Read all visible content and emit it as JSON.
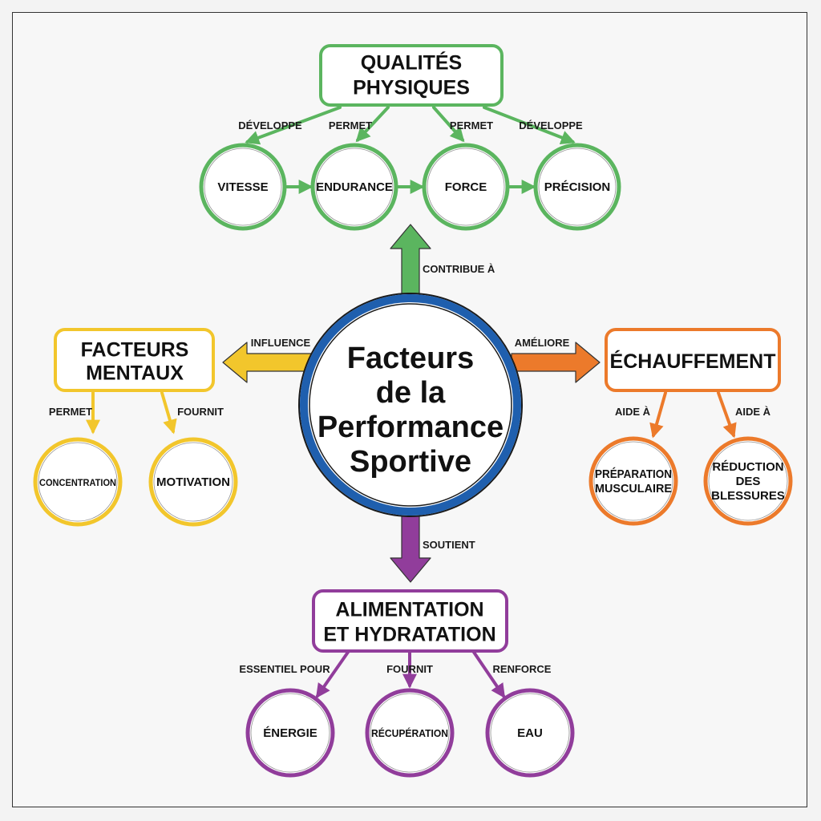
{
  "center": {
    "lines": [
      "Facteurs",
      "de la",
      "Performance",
      "Sportive"
    ],
    "color": "#1f5fae"
  },
  "colors": {
    "green": "#5bb55f",
    "yellow": "#f2c62c",
    "orange": "#ec7a2b",
    "purple": "#913d9b"
  },
  "physical": {
    "title": [
      "QUALITÉS",
      "PHYSIQUES"
    ],
    "main_link": "CONTRIBUE À",
    "links": [
      "DÉVELOPPE",
      "PERMET",
      "PERMET",
      "DÉVELOPPE"
    ],
    "nodes": [
      "VITESSE",
      "ENDURANCE",
      "FORCE",
      "PRÉCISION"
    ]
  },
  "mental": {
    "title": [
      "FACTEURS",
      "MENTAUX"
    ],
    "main_link": "INFLUENCE",
    "links": [
      "PERMET",
      "FOURNIT"
    ],
    "nodes": [
      "CONCENTRATION",
      "MOTIVATION"
    ]
  },
  "warmup": {
    "title": [
      "ÉCHAUFFEMENT"
    ],
    "main_link": "AMÉLIORE",
    "links": [
      "AIDE À",
      "AIDE À"
    ],
    "nodes": [
      [
        "PRÉPARATION",
        "MUSCULAIRE"
      ],
      [
        "RÉDUCTION",
        "DES",
        "BLESSURES"
      ]
    ]
  },
  "nutrition": {
    "title": [
      "ALIMENTATION",
      "ET HYDRATATION"
    ],
    "main_link": "SOUTIENT",
    "links": [
      "ESSENTIEL POUR",
      "FOURNIT",
      "RENFORCE"
    ],
    "nodes": [
      "ÉNERGIE",
      "RÉCUPÉRATION",
      "EAU"
    ]
  }
}
